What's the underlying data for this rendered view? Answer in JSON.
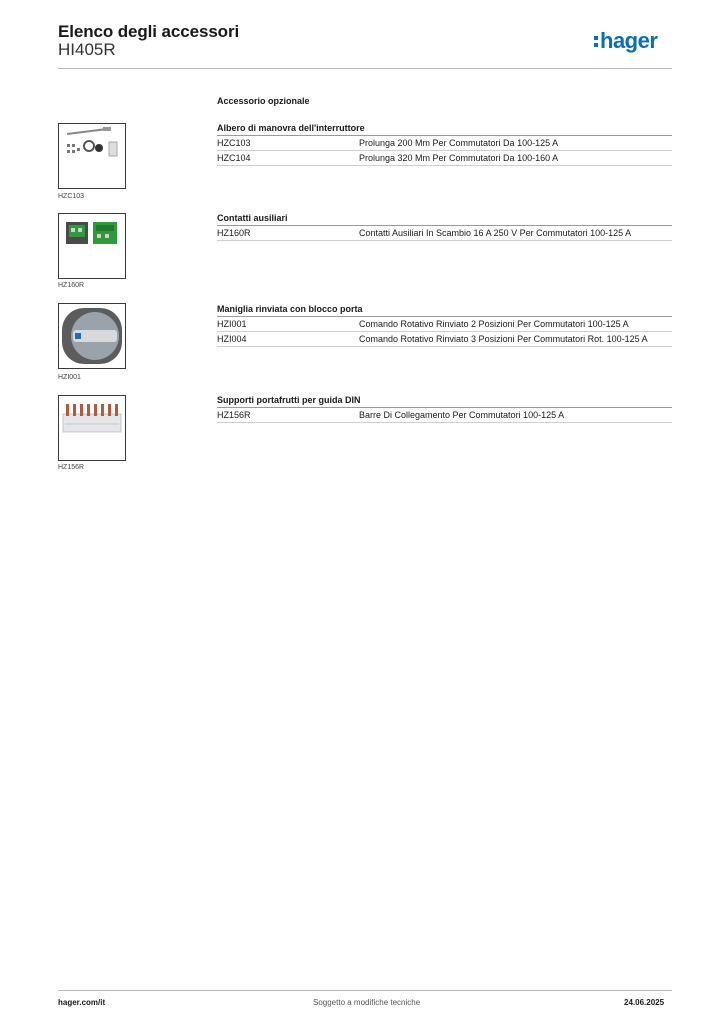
{
  "header": {
    "title": "Elenco degli accessori",
    "subtitle": "HI405R",
    "logo_text": "hager",
    "brand_color": "#0c6fb6"
  },
  "section": {
    "heading": "Accessorio opzionale"
  },
  "groups": [
    {
      "title": "Albero di manovra dell'interruttore",
      "image_label": "HZC103",
      "rows": [
        {
          "code": "HZC103",
          "description": "Prolunga 200 Mm Per Commutatori Da 100-125 A"
        },
        {
          "code": "HZC104",
          "description": "Prolunga 320 Mm Per Commutatori Da 100-160 A"
        }
      ]
    },
    {
      "title": "Contatti ausiliari",
      "image_label": "HZ160R",
      "rows": [
        {
          "code": "HZ160R",
          "description": "Contatti Ausiliari In Scambio 16 A 250 V Per Commutatori 100-125 A"
        }
      ]
    },
    {
      "title": "Maniglia rinviata con blocco porta",
      "image_label": "HZI001",
      "rows": [
        {
          "code": "HZI001",
          "description": "Comando Rotativo Rinviato 2 Posizioni Per Commutatori 100-125 A"
        },
        {
          "code": "HZI004",
          "description": "Comando Rotativo Rinviato 3 Posizioni Per Commutatori Rot. 100-125 A"
        }
      ]
    },
    {
      "title": "Supporti portafrutti per guida DIN",
      "image_label": "HZ156R",
      "rows": [
        {
          "code": "HZ156R",
          "description": "Barre Di Collegamento Per Commutatori 100-125 A"
        }
      ]
    }
  ],
  "footer": {
    "website": "hager.com/it",
    "note": "Soggetto a modifiche tecniche",
    "date": "24.06.2025"
  }
}
